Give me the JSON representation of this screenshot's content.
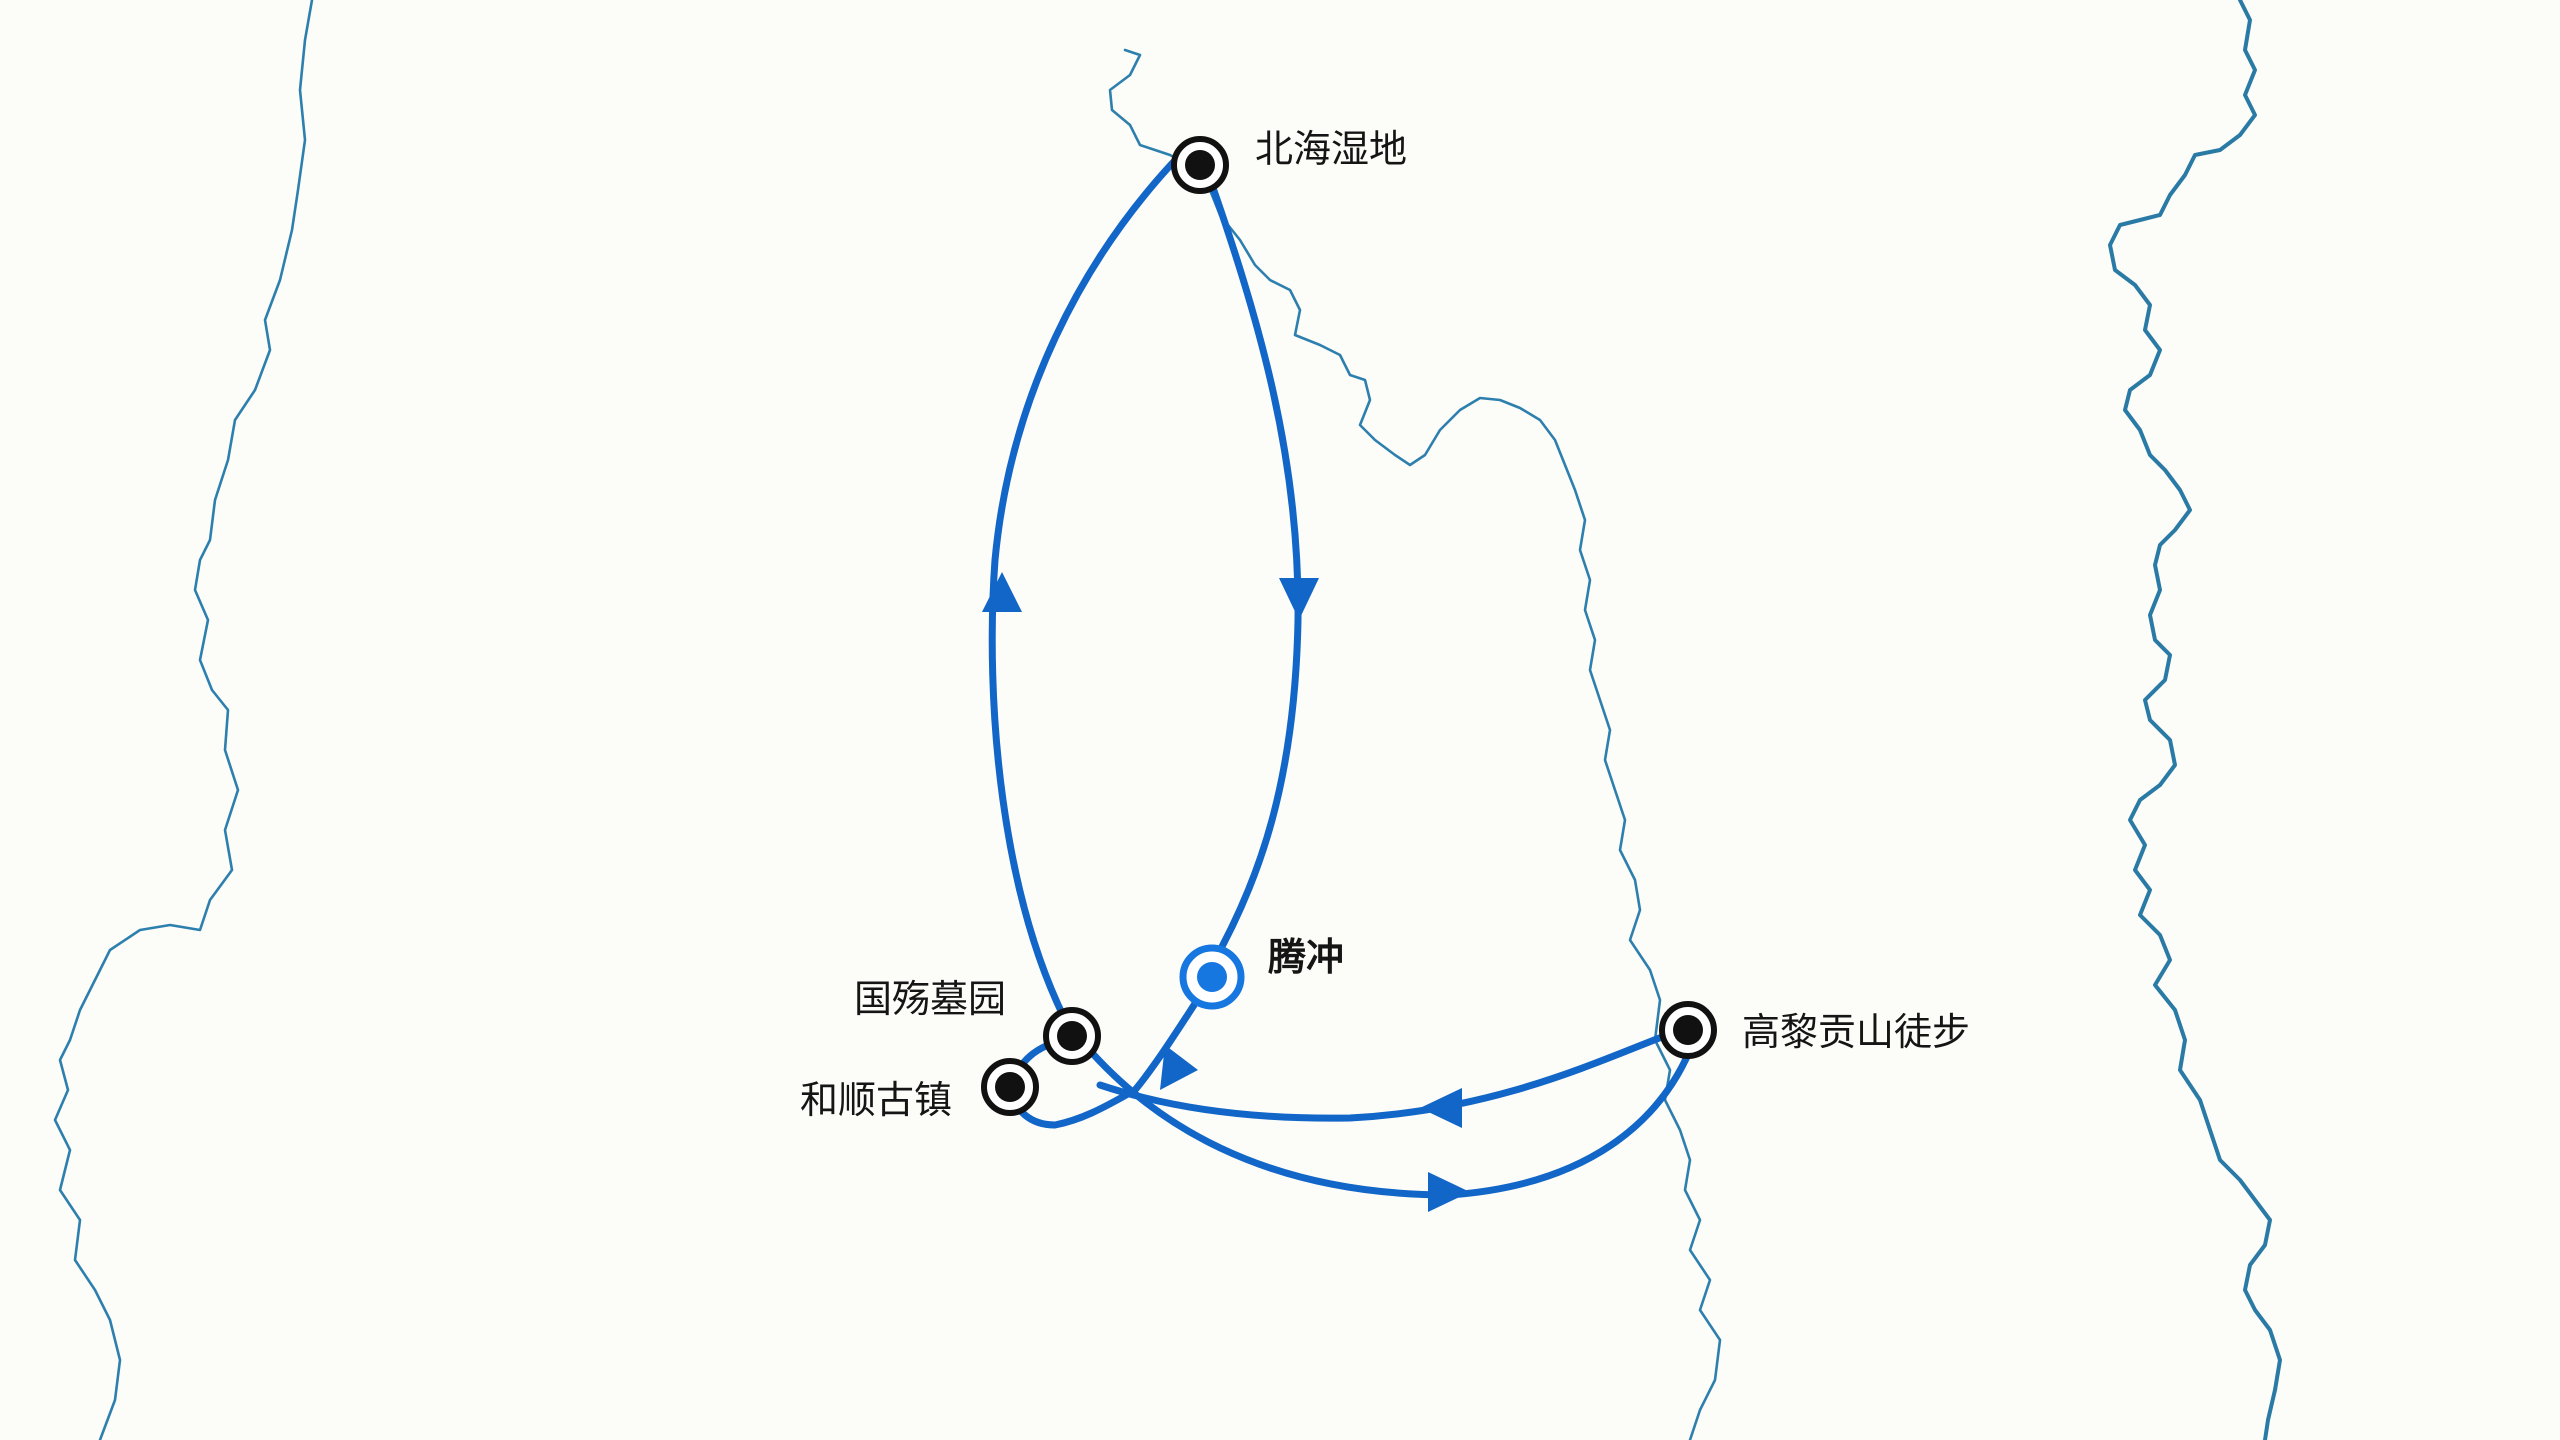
{
  "map": {
    "locations": [
      {
        "id": "beihai",
        "name": "北海湿地",
        "type": "stop"
      },
      {
        "id": "tengchong",
        "name": "腾冲",
        "type": "start"
      },
      {
        "id": "guoshang",
        "name": "国殇墓园",
        "type": "stop"
      },
      {
        "id": "heshun",
        "name": "和顺古镇",
        "type": "stop"
      },
      {
        "id": "gaoligong",
        "name": "高黎贡山徒步",
        "type": "stop"
      }
    ],
    "route_order": [
      "腾冲",
      "和顺古镇",
      "国殇墓园",
      "北海湿地",
      "腾冲"
    ],
    "secondary_route": [
      "国殇墓园",
      "高黎贡山徒步",
      "国殇墓园"
    ],
    "colors": {
      "route": "#1166c8",
      "start_marker": "#1677e0",
      "stop_marker": "#111111",
      "river": "#2d7fae",
      "background": "#fcfcf8"
    }
  }
}
